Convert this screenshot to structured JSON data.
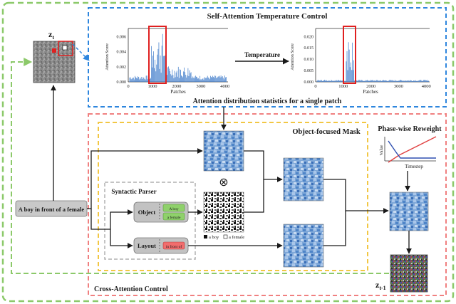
{
  "latents": {
    "zt_label": "z",
    "zt_sub": "t",
    "zt1_label": "z",
    "zt1_sub": "t-1"
  },
  "self_attention": {
    "title": "Self-Attention Temperature Control",
    "caption": "Attention distribution statistics for a single patch",
    "temperature_label": "Temperature",
    "chart_left": {
      "ylabel": "Attention Score",
      "xlabel": "Patches",
      "yticks": [
        "0.000",
        "0.002",
        "0.004",
        "0.006"
      ],
      "xticks": [
        "0",
        "1000",
        "2000",
        "3000",
        "4000"
      ]
    },
    "chart_right": {
      "ylabel": "Attention Score",
      "xlabel": "Patches",
      "yticks": [
        "0.000",
        "0.005",
        "0.010",
        "0.015",
        "0.020"
      ],
      "xticks": [
        "0",
        "1000",
        "2000",
        "3000",
        "4000"
      ]
    }
  },
  "cross_attention": {
    "title": "Cross-Attention Control",
    "object_mask_title": "Object-focused Mask",
    "phase_title": "Phase-wise Reweight",
    "phase_ylabel": "Value",
    "phase_xlabel": "Timestep",
    "prompt": "A boy in front of a female",
    "parser": {
      "title": "Syntactic Parser",
      "object_label": "Object",
      "layout_label": "Layout",
      "tag_boy": "A boy",
      "tag_female": "a female",
      "tag_layout": "in front of"
    },
    "mask_legend": {
      "boy": "a boy",
      "female": "a female"
    },
    "otimes": "⊗"
  },
  "colors": {
    "outer_border": "#8cc96a",
    "self_box": "#2e86de",
    "cross_box": "#f08080",
    "object_box": "#f2c744",
    "highlight": "#e02020",
    "bar": "#3a78c9",
    "object_fill": "#c2c2c2",
    "tag_fill": "#8fd16b",
    "layout_tag_fill": "#f26d6d"
  }
}
